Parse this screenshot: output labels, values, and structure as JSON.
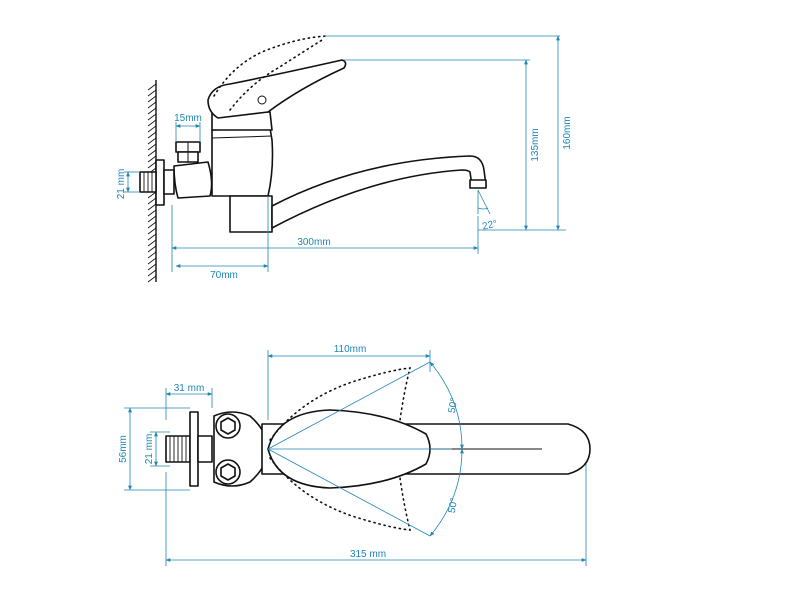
{
  "side_view": {
    "dims": {
      "height_outer": "160mm",
      "height_inner": "135mm",
      "pipe_diameter": "21 mm",
      "nut_width": "15mm",
      "spout_reach": "300mm",
      "body_offset": "70mm",
      "outlet_angle": "22°"
    }
  },
  "top_view": {
    "dims": {
      "handle_length": "110mm",
      "eccentric_depth": "31 mm",
      "pipe_diameter": "21 mm",
      "mount_height": "56mm",
      "swivel_angle_top": "50°",
      "swivel_angle_bottom": "50°",
      "overall_length": "315 mm"
    }
  },
  "colors": {
    "dimension": "#1f86b5",
    "outline": "#111111"
  }
}
